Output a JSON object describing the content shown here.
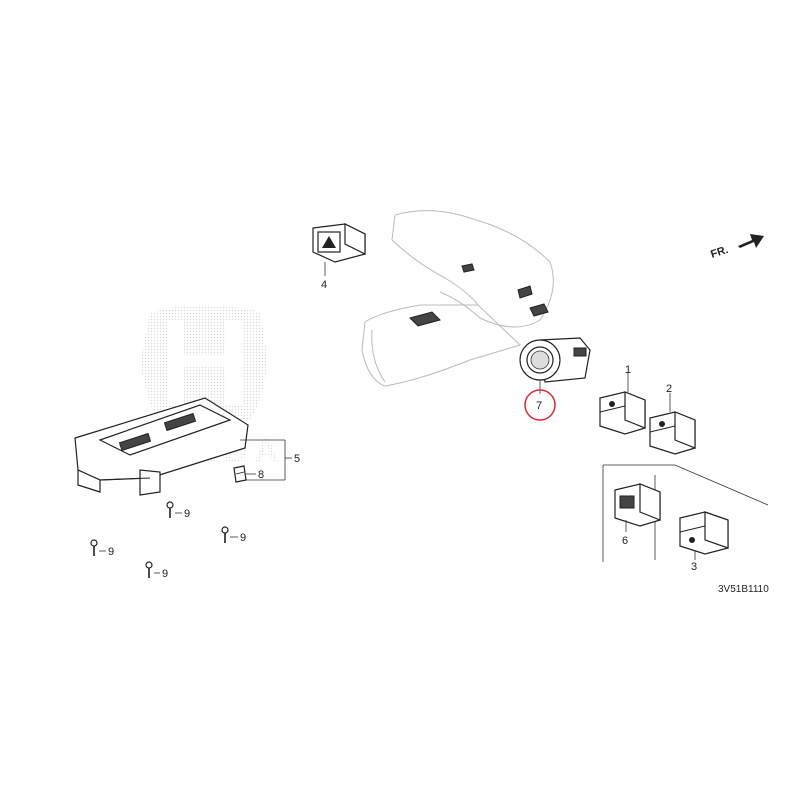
{
  "callouts": {
    "c1": "1",
    "c2": "2",
    "c3": "3",
    "c4": "4",
    "c5": "5",
    "c6": "6",
    "c7": "7",
    "c8": "8",
    "c9a": "9",
    "c9b": "9",
    "c9c": "9",
    "c9d": "9"
  },
  "front_indicator": "FR.",
  "diagram_code": "3V51B1110",
  "watermark": "HONDA",
  "highlight_color": "#e0262f"
}
